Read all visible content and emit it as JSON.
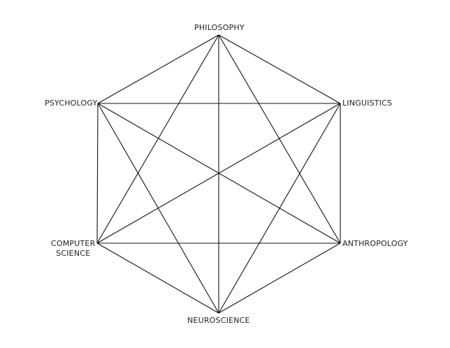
{
  "nodes": [
    {
      "id": "philosophy",
      "label": [
        "PHILOSOPHY"
      ]
    },
    {
      "id": "linguistics",
      "label": [
        "LINGUISTICS"
      ]
    },
    {
      "id": "anthropology",
      "label": [
        "ANTHROPOLOGY"
      ]
    },
    {
      "id": "neuroscience",
      "label": [
        "NEUROSCIENCE"
      ]
    },
    {
      "id": "computer-science",
      "label": [
        "COMPUTER",
        "SCIENCE"
      ]
    },
    {
      "id": "psychology",
      "label": [
        "PSYCHOLOGY"
      ]
    }
  ],
  "edges": [
    [
      "philosophy",
      "linguistics"
    ],
    [
      "philosophy",
      "anthropology"
    ],
    [
      "philosophy",
      "neuroscience"
    ],
    [
      "philosophy",
      "computer-science"
    ],
    [
      "philosophy",
      "psychology"
    ],
    [
      "linguistics",
      "anthropology"
    ],
    [
      "linguistics",
      "neuroscience"
    ],
    [
      "linguistics",
      "computer-science"
    ],
    [
      "linguistics",
      "psychology"
    ],
    [
      "anthropology",
      "neuroscience"
    ],
    [
      "anthropology",
      "computer-science"
    ],
    [
      "anthropology",
      "psychology"
    ],
    [
      "neuroscience",
      "computer-science"
    ],
    [
      "neuroscience",
      "psychology"
    ],
    [
      "computer-science",
      "psychology"
    ]
  ],
  "colors": {
    "line": "#111111",
    "text": "#222222",
    "background": "#ffffff"
  }
}
